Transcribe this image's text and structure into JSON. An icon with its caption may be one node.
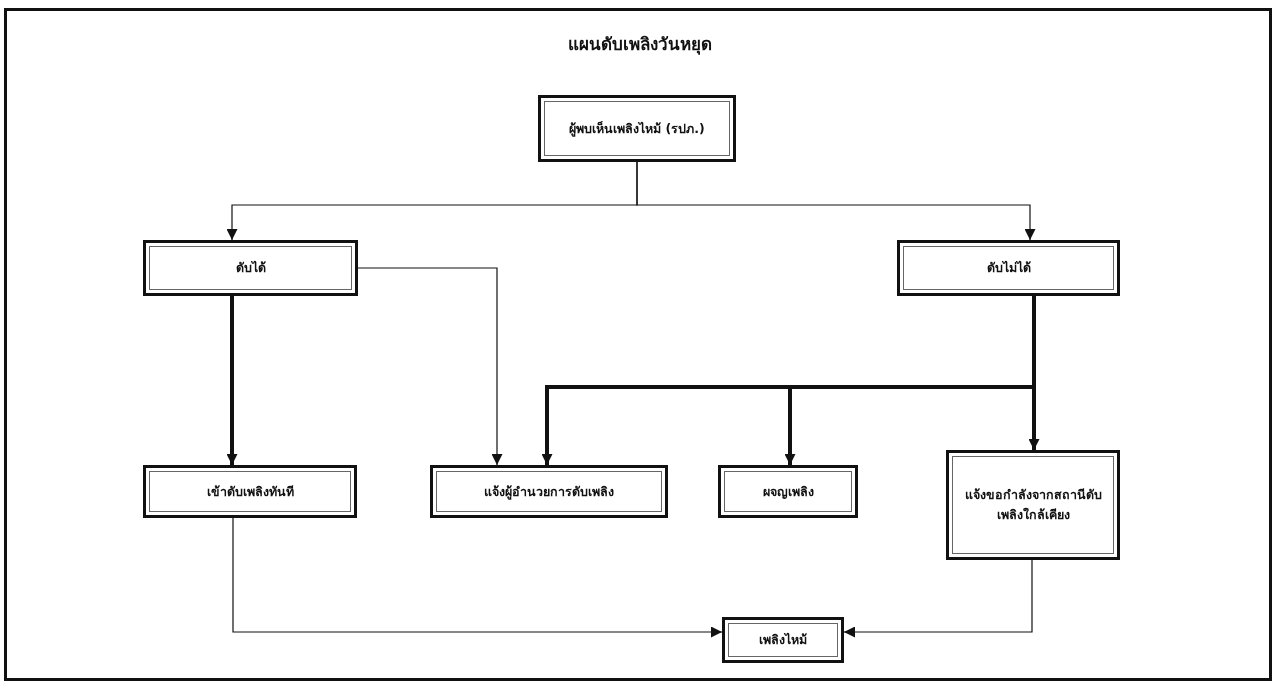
{
  "diagram": {
    "title": "แผนดับเพลิงวันหยุด",
    "nodes": [
      {
        "text": [
          "ผู้พบเห็นเพลิงไหม้ (รปภ.)"
        ]
      },
      {
        "text": [
          "ดับได้"
        ]
      },
      {
        "text": [
          "ดับไม่ได้"
        ]
      },
      {
        "text": [
          "เข้าดับเพลิงทันที"
        ]
      },
      {
        "text": [
          "แจ้งผู้อำนวยการดับเพลิง"
        ]
      },
      {
        "text": [
          "ผจญเพลิง"
        ]
      },
      {
        "text": [
          "แจ้งขอกำลังจากสถานีดับเพลิงใกล้เคียง"
        ]
      },
      {
        "text": [
          "เพลิงไหม้"
        ]
      }
    ],
    "edges": [
      {
        "from": 0,
        "to": 1,
        "arrow": "to"
      },
      {
        "from": 0,
        "to": 2,
        "arrow": "to"
      },
      {
        "from": 1,
        "to": 3,
        "arrow": "to",
        "style": "thick"
      },
      {
        "from": 1,
        "to": 4,
        "arrow": "to"
      },
      {
        "from": 2,
        "to": 4,
        "arrow": "to",
        "style": "thick"
      },
      {
        "from": 2,
        "to": 5,
        "arrow": "to",
        "style": "thick"
      },
      {
        "from": 2,
        "to": 6,
        "arrow": "to",
        "style": "thick"
      },
      {
        "from": 3,
        "to": 7,
        "arrow": "to"
      },
      {
        "from": 6,
        "to": 7,
        "arrow": "to"
      }
    ]
  }
}
